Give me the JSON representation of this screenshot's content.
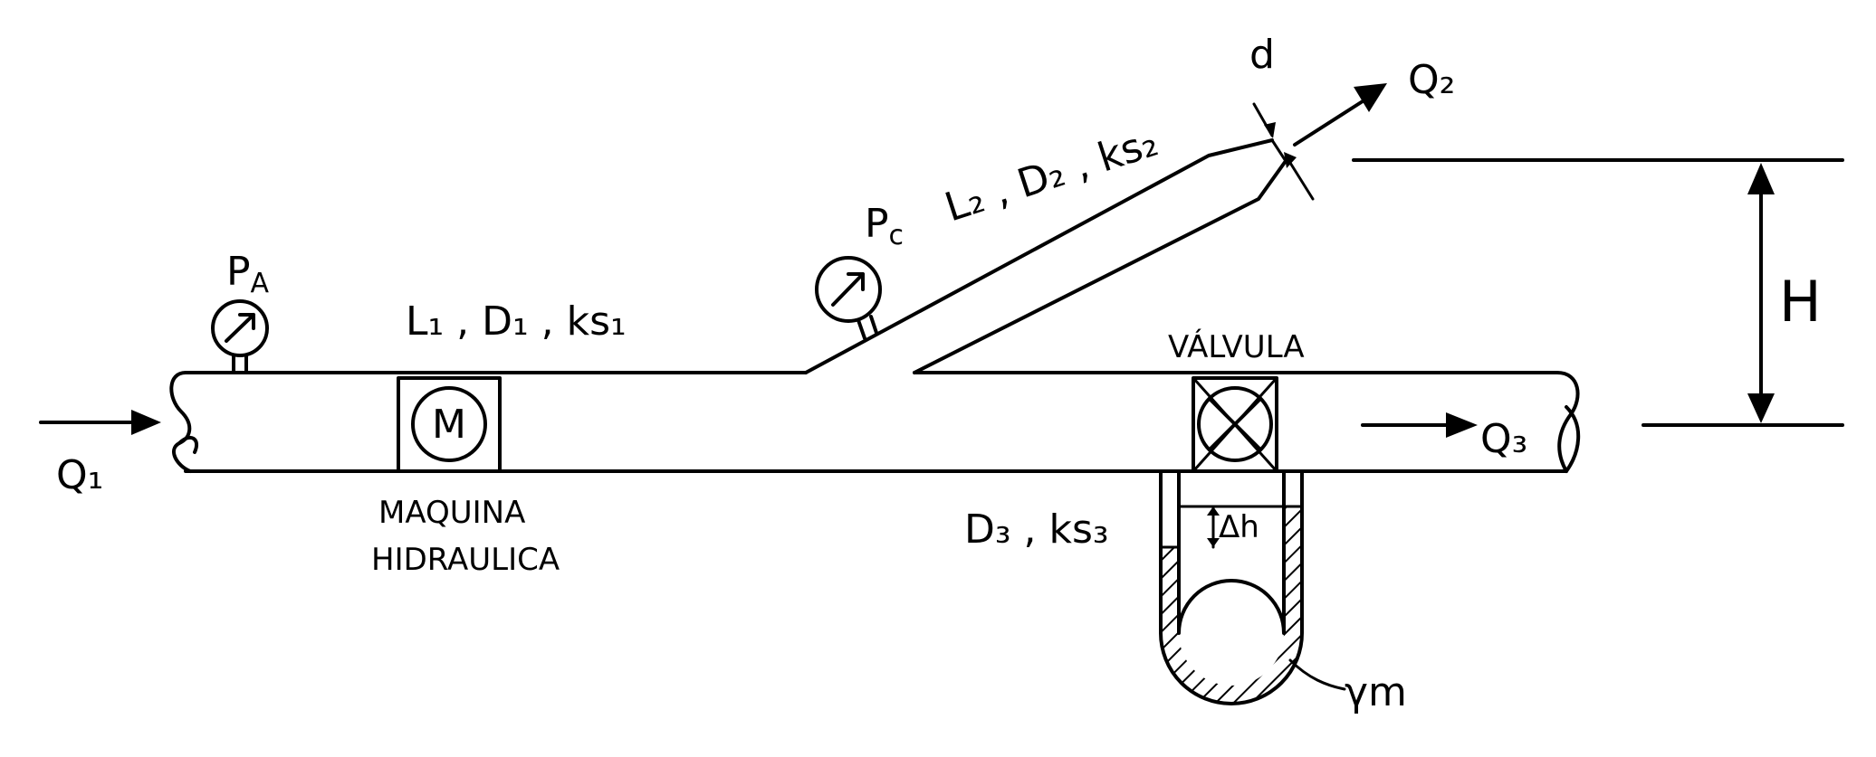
{
  "labels": {
    "q1": "Q₁",
    "q2": "Q₂",
    "q3": "Q₃",
    "pa": "P",
    "pa_sub": "A",
    "pc": "P",
    "pc_sub": "c",
    "pipe1": "L₁ , D₁ , ks₁",
    "pipe2": "L₂ , D₂ , ks₂",
    "pipe3": "D₃ , ks₃",
    "nozzle_d": "d",
    "height": "H",
    "valve": "VÁLVULA",
    "machine_symbol": "M",
    "machine_line1": "MAQUINA",
    "machine_line2": "HIDRAULICA",
    "delta_h": "Δh",
    "gamma_m": "γm"
  }
}
